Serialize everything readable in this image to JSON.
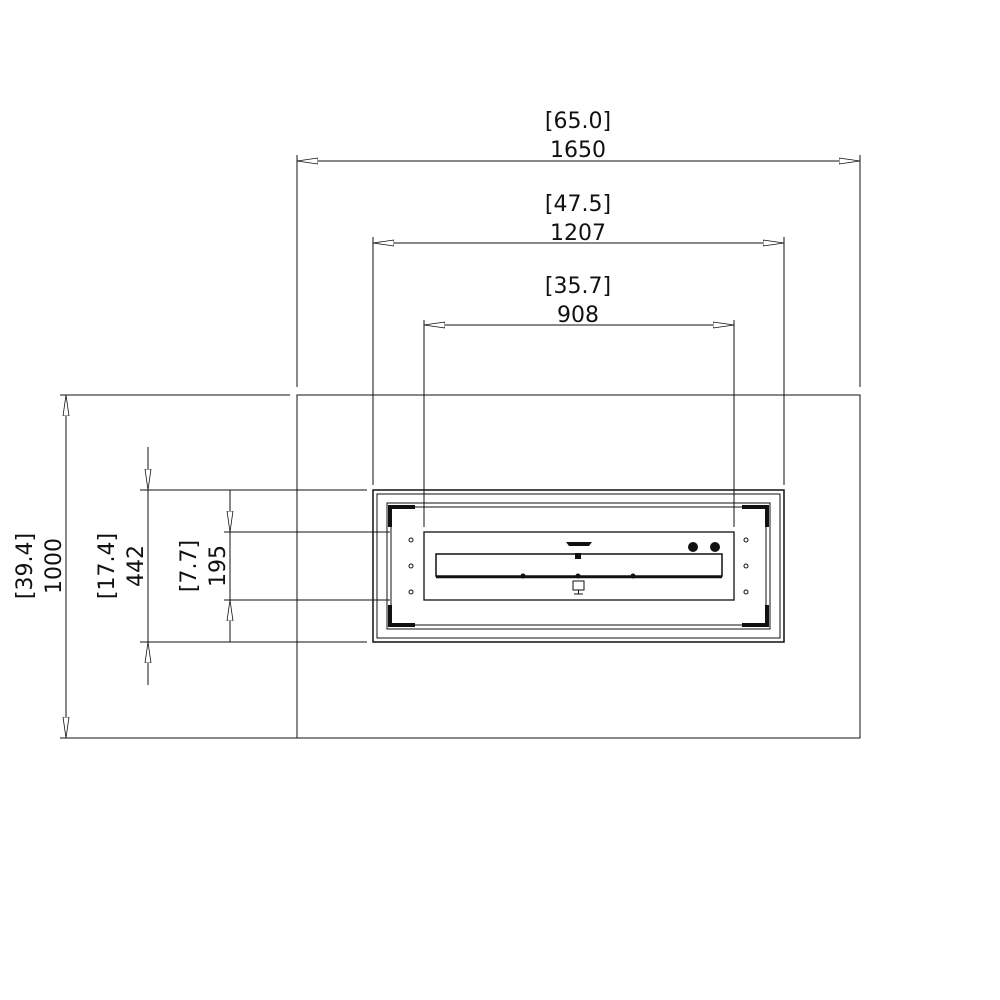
{
  "drawing": {
    "stroke_color": "#111111",
    "dimensions": {
      "overall_width": {
        "inches": "[65.0]",
        "mm": "1650"
      },
      "frame_width": {
        "inches": "[47.5]",
        "mm": "1207"
      },
      "burner_width": {
        "inches": "[35.7]",
        "mm": "908"
      },
      "overall_depth": {
        "inches": "[39.4]",
        "mm": "1000"
      },
      "frame_depth": {
        "inches": "[17.4]",
        "mm": "442"
      },
      "burner_depth": {
        "inches": "[7.7]",
        "mm": "195"
      }
    }
  }
}
